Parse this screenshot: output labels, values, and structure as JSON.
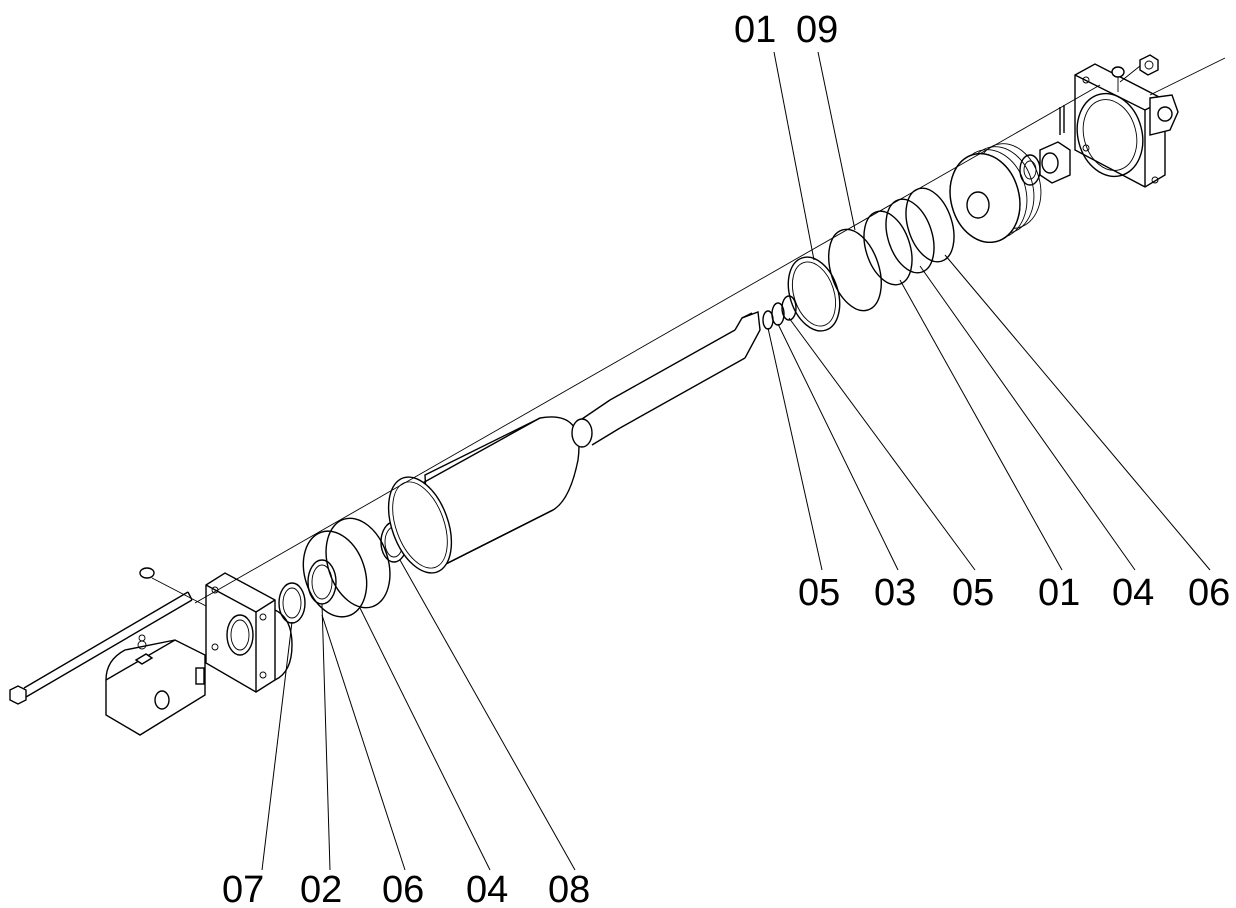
{
  "labels": {
    "top": [
      "01",
      "09"
    ],
    "right": [
      "05",
      "03",
      "05",
      "01",
      "04",
      "06"
    ],
    "bottom": [
      "07",
      "02",
      "06",
      "04",
      "08"
    ]
  }
}
